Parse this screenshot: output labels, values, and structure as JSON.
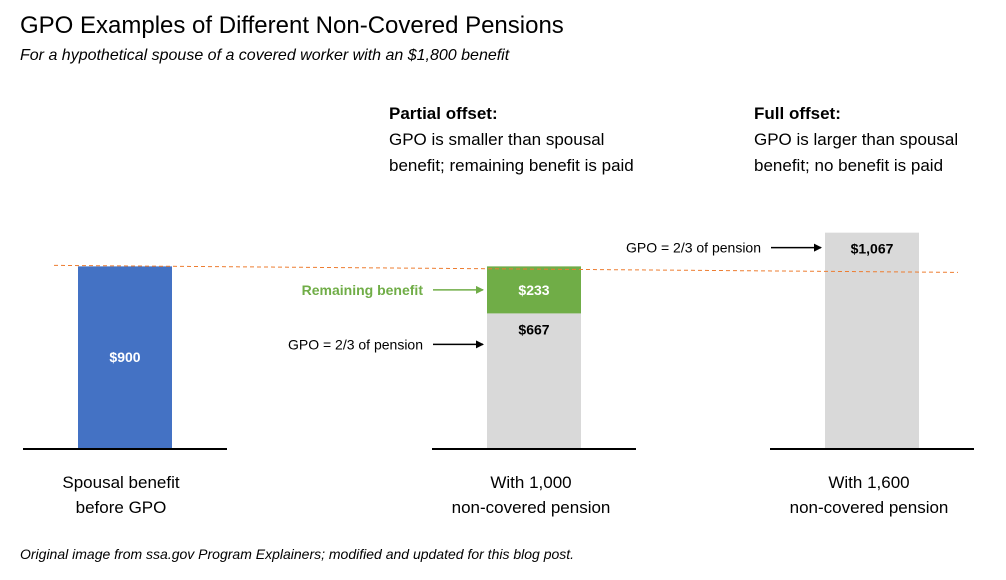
{
  "title": "GPO Examples of Different Non-Covered Pensions",
  "subtitle": "For a hypothetical spouse of a covered worker with an $1,800 benefit",
  "notes": {
    "partial": {
      "heading": "Partial offset:",
      "line1": "GPO is smaller than spousal",
      "line2": "benefit; remaining benefit is paid"
    },
    "full": {
      "heading": "Full offset:",
      "line1": "GPO is larger than spousal",
      "line2": "benefit; no benefit is paid"
    }
  },
  "footer": "Original image from ssa.gov Program Explainers; modified and updated for this blog post.",
  "colors": {
    "spousal": "#4472c4",
    "remaining": "#70ad47",
    "gpo": "#d9d9d9",
    "reference_line": "#ed7d31",
    "remaining_label": "#70ad47"
  },
  "chart_data": {
    "type": "bar",
    "stacked": true,
    "categories": [
      [
        "Spousal benefit",
        "before GPO"
      ],
      [
        "With 1,000",
        "non-covered pension"
      ],
      [
        "With 1,600",
        "non-covered pension"
      ]
    ],
    "series": [
      {
        "key": "spousal",
        "values": [
          900,
          0,
          0
        ],
        "labels": [
          "$900",
          "",
          ""
        ]
      },
      {
        "key": "gpo",
        "values": [
          0,
          667,
          1067
        ],
        "labels": [
          "",
          "$667",
          "$1,067"
        ]
      },
      {
        "key": "remaining",
        "values": [
          0,
          233,
          0
        ],
        "labels": [
          "",
          "$233",
          ""
        ]
      }
    ],
    "reference_line": {
      "value": 900,
      "style": "dashed"
    },
    "annotations": [
      {
        "text": "Remaining benefit",
        "bar": 1,
        "segment": "remaining",
        "bold": true,
        "color_key": "remaining_label"
      },
      {
        "text": "GPO = 2/3 of pension",
        "bar": 1,
        "segment": "gpo",
        "bold": false
      },
      {
        "text": "GPO = 2/3 of pension",
        "bar": 2,
        "segment": "gpo",
        "bold": false
      }
    ],
    "ylim": [
      0,
      1100
    ],
    "grid": false,
    "legend": "none"
  }
}
